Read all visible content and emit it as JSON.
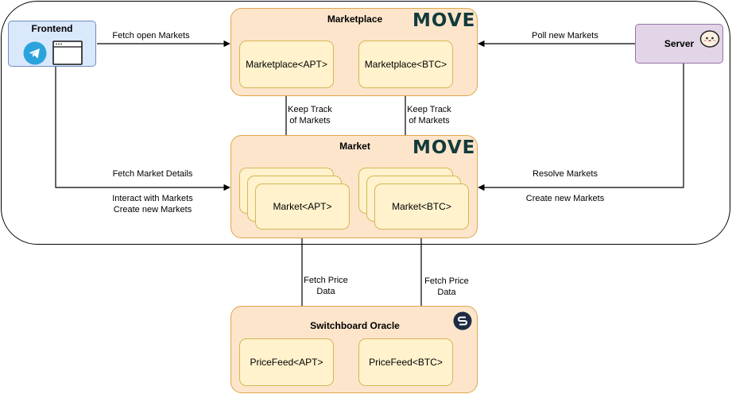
{
  "frontend": {
    "title": "Frontend"
  },
  "server": {
    "title": "Server"
  },
  "marketplace": {
    "title": "Marketplace",
    "logo_text": "MOVE",
    "items": [
      "Marketplace<APT>",
      "Marketplace<BTC>"
    ]
  },
  "market": {
    "title": "Market",
    "logo_text": "MOVE",
    "items": [
      "Market<APT>",
      "Market<BTC>"
    ]
  },
  "oracle": {
    "title": "Switchboard Oracle",
    "items": [
      "PriceFeed<APT>",
      "PriceFeed<BTC>"
    ]
  },
  "edges": {
    "fetch_open_markets": "Fetch open Markets",
    "poll_new_markets": "Poll new Markets",
    "keep_track": "Keep Track\nof Markets",
    "fetch_market_details": "Fetch Market Details",
    "interact_create": "Interact with Markets\nCreate new Markets",
    "resolve_markets": "Resolve Markets",
    "create_new_markets": "Create new Markets",
    "fetch_price_data": "Fetch Price\nData"
  },
  "icons": {
    "telegram": "telegram-icon",
    "browser": "browser-window-icon",
    "server": "bun-mascot-icon",
    "switchboard": "switchboard-logo-icon"
  },
  "colors": {
    "frontend_fill": "#dae8fc",
    "server_fill": "#e1d5e7",
    "group_fill": "#fde5cc",
    "box_fill": "#fff2cc"
  }
}
